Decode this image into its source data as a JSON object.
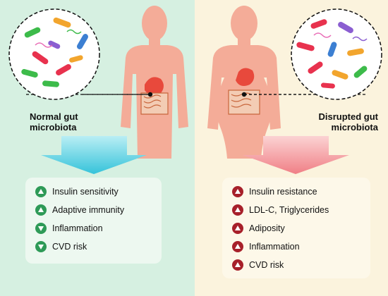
{
  "left_panel": {
    "caption_line1": "Normal gut",
    "caption_line2": "microbiota",
    "background": "#d6f0e1",
    "outcomes": [
      {
        "label": "Insulin sensitivity",
        "direction": "up"
      },
      {
        "label": "Adaptive immunity",
        "direction": "up"
      },
      {
        "label": "Inflammation",
        "direction": "down"
      },
      {
        "label": "CVD risk",
        "direction": "down"
      }
    ],
    "indicator_color": "#2e9a57"
  },
  "right_panel": {
    "caption_line1": "Disrupted gut",
    "caption_line2": "microbiota",
    "background": "#fbf3dd",
    "outcomes": [
      {
        "label": "Insulin resistance",
        "direction": "up"
      },
      {
        "label": "LDL-C, Triglycerides",
        "direction": "up"
      },
      {
        "label": "Adiposity",
        "direction": "up"
      },
      {
        "label": "Inflammation",
        "direction": "up"
      },
      {
        "label": "CVD risk",
        "direction": "up"
      }
    ],
    "indicator_color": "#a7202a"
  },
  "icons": {
    "body_left": "human-body-lean-icon",
    "body_right": "human-body-obese-icon",
    "arrow_left": "down-arrow-cyan-icon",
    "arrow_right": "down-arrow-pink-icon",
    "bacteria_left": "bacteria-cluster-icon",
    "bacteria_right": "bacteria-cluster-icon"
  }
}
